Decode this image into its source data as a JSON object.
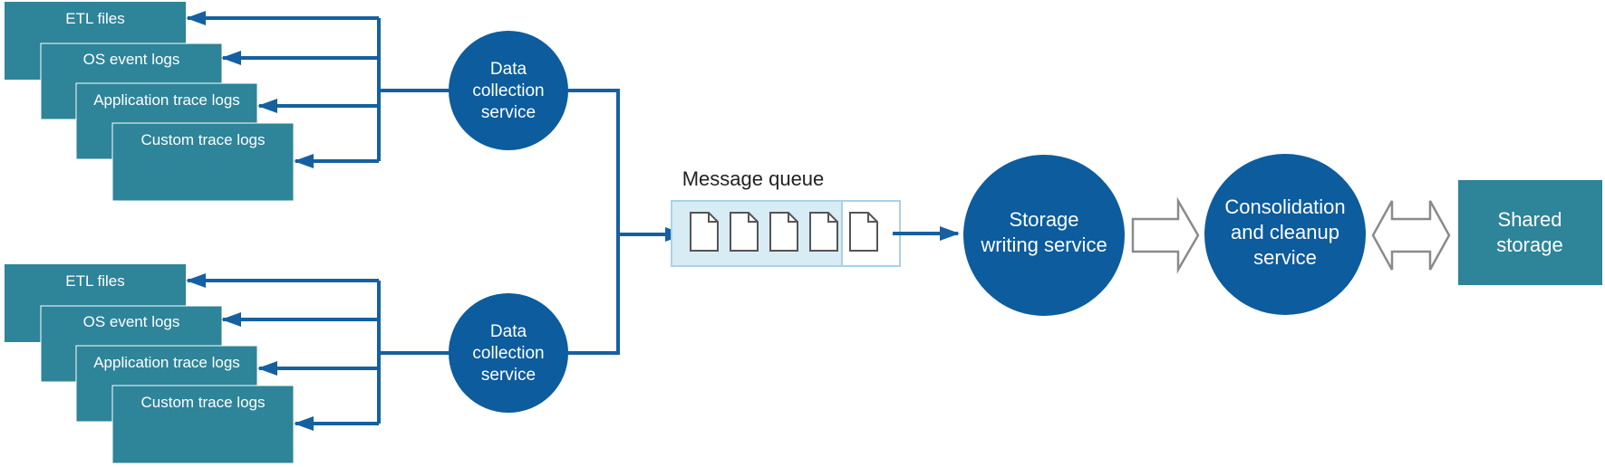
{
  "colors": {
    "log_box": "#2e8499",
    "service_circle": "#0c5c9e",
    "flow_arrow": "#1560a0",
    "queue_bg": "#d8ecf5",
    "queue_border": "#a9d2e6",
    "storage_box": "#2e8499",
    "hollow_arrow_stroke": "#8a8a8a"
  },
  "log_groups": [
    {
      "logs": [
        {
          "label": "ETL files"
        },
        {
          "label": "OS event logs"
        },
        {
          "label": "Application trace logs"
        },
        {
          "label": "Custom trace logs"
        }
      ],
      "collector": {
        "lines": [
          "Data",
          "collection",
          "service"
        ]
      }
    },
    {
      "logs": [
        {
          "label": "ETL files"
        },
        {
          "label": "OS event logs"
        },
        {
          "label": "Application trace logs"
        },
        {
          "label": "Custom trace logs"
        }
      ],
      "collector": {
        "lines": [
          "Data",
          "collection",
          "service"
        ]
      }
    }
  ],
  "message_queue": {
    "label": "Message queue",
    "document_icons": [
      "document-icon",
      "document-icon",
      "document-icon",
      "document-icon",
      "document-icon"
    ]
  },
  "storage_writer": {
    "lines": [
      "Storage",
      "writing service"
    ]
  },
  "consolidation": {
    "lines": [
      "Consolidation",
      "and cleanup",
      "service"
    ]
  },
  "shared_storage": {
    "lines": [
      "Shared",
      "storage"
    ]
  }
}
